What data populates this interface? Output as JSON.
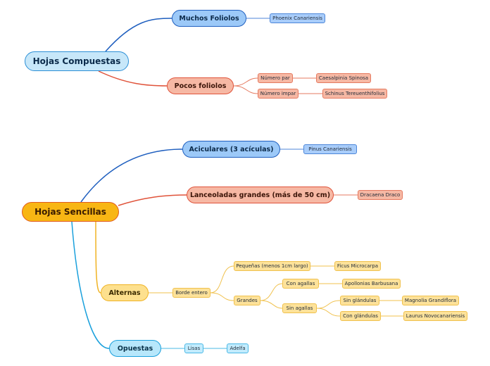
{
  "roots": {
    "compuestas": "Hojas Compuestas",
    "sencillas": "Hojas Sencillas"
  },
  "compuestas": {
    "muchos": "Muchos Foliolos",
    "phoenix": "Phoenix Canariensis",
    "pocos": "Pocos foliolos",
    "par": "Número par",
    "caesalpinia": "Caesalpinia Spinosa",
    "impar": "Número impar",
    "schinus": "Schinus Tereuenthifolius"
  },
  "sencillas": {
    "aciculares": "Aciculares (3 acículas)",
    "pinus": "Pinus Canariensis",
    "lanceoladas": "Lanceoladas grandes (más de 50 cm)",
    "dracaena": "Dracaena Draco",
    "alternas": "Alternas",
    "borde": "Borde entero",
    "pequenas": "Pequeñas (menos 1cm largo)",
    "ficus": "Ficus Microcarpa",
    "grandes": "Grandes",
    "con_agallas": "Con agallas",
    "apollonias": "Apollonias Barbusana",
    "sin_agallas": "Sin agallas",
    "sin_glandulas": "Sin glándulas",
    "magnolia": "Magnolia Grandiflora",
    "con_glandulas": "Con glándulas",
    "laurus": "Laurus Novocanariensis",
    "opuestas": "Opuestas",
    "lisas": "Lisas",
    "adelfa": "Adelfa"
  },
  "colors": {
    "blue_branch": "#1f5fbf",
    "orange_branch": "#e0533a",
    "yellow_branch": "#f0b323",
    "cyan_branch": "#1aa0dc"
  }
}
